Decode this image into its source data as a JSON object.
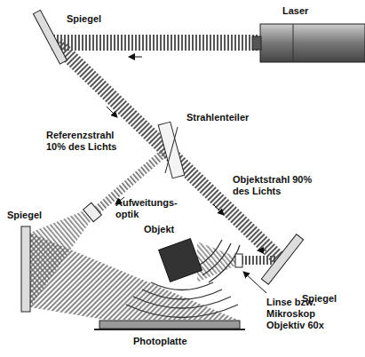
{
  "diagram": {
    "labels": [
      "Spiegel",
      "Laser",
      "Strahlenteiler",
      "Referenzstrahl 10% des Lichts",
      "Spiegel",
      "Aufweitungs- optik",
      "Objektstrahl 90% des Lichts",
      "Objekt",
      "Spiegel",
      "Linse bzw. Mikroskop Objektiv 60x",
      "Photoplatte"
    ]
  }
}
